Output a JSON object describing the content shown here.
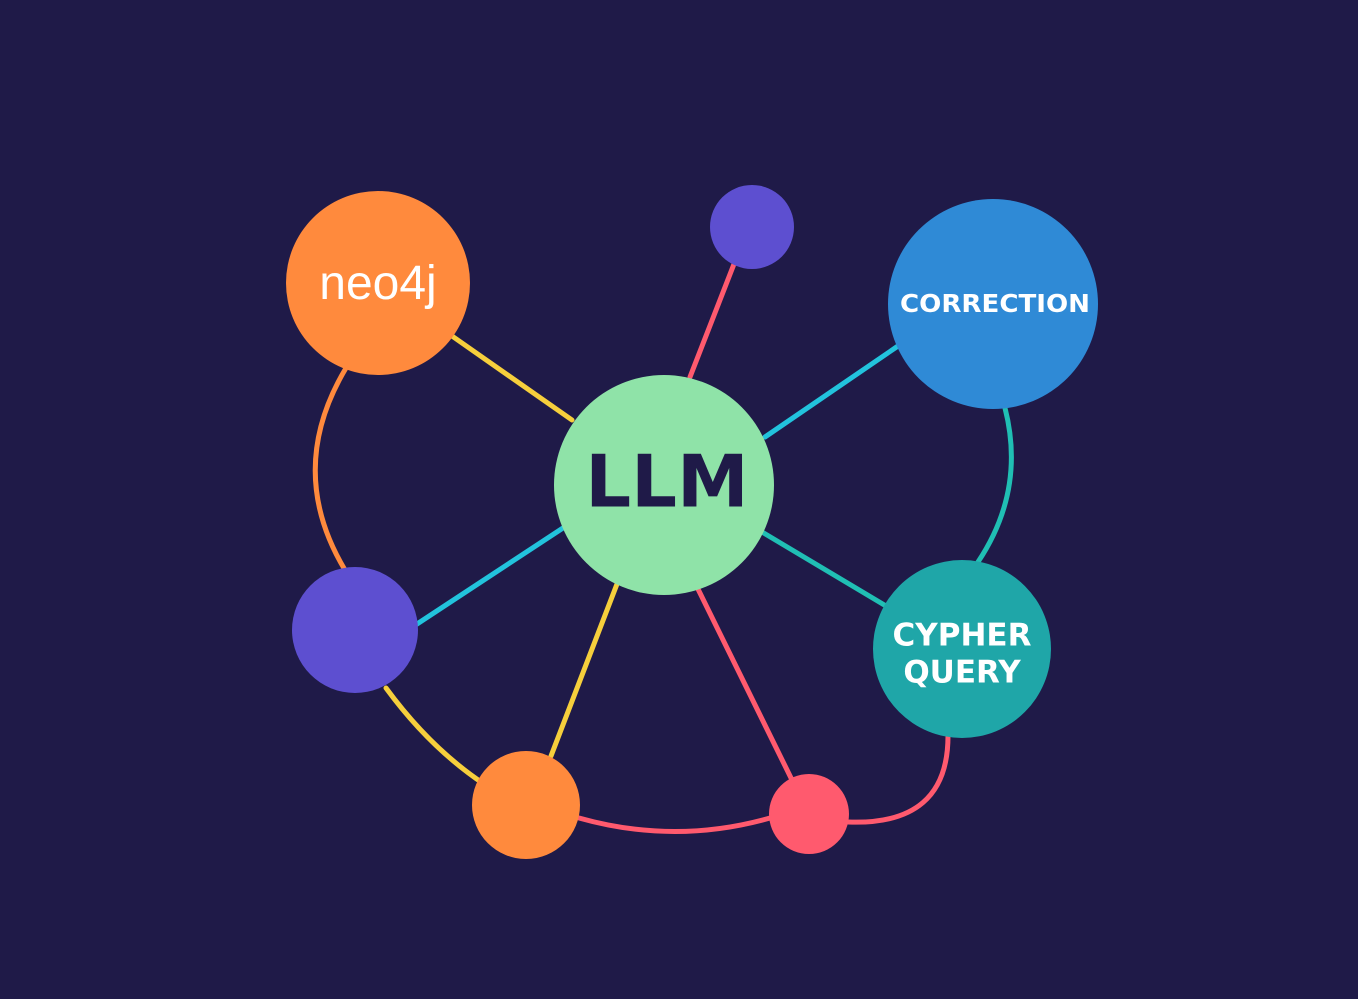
{
  "diagram": {
    "background": "#1f1a48",
    "labels": {
      "neo4j": "neo4j",
      "llm": "LLM",
      "correction": "CORRECTION",
      "cypher_line1": "CYPHER",
      "cypher_line2": "QUERY"
    },
    "colors": {
      "neo4j": "#ff8a3d",
      "llm": "#8fe3a8",
      "correction": "#2f8ad6",
      "cypher": "#1fa6a8",
      "purple": "#5d4fd0",
      "orange": "#ff8a3d",
      "pink": "#ff5a6e",
      "edge_yellow": "#f6cf3c",
      "edge_cyan": "#22c3dd",
      "edge_pink": "#ff5a6e",
      "edge_orange": "#ff8a3d",
      "edge_teal": "#20bfb4"
    }
  }
}
